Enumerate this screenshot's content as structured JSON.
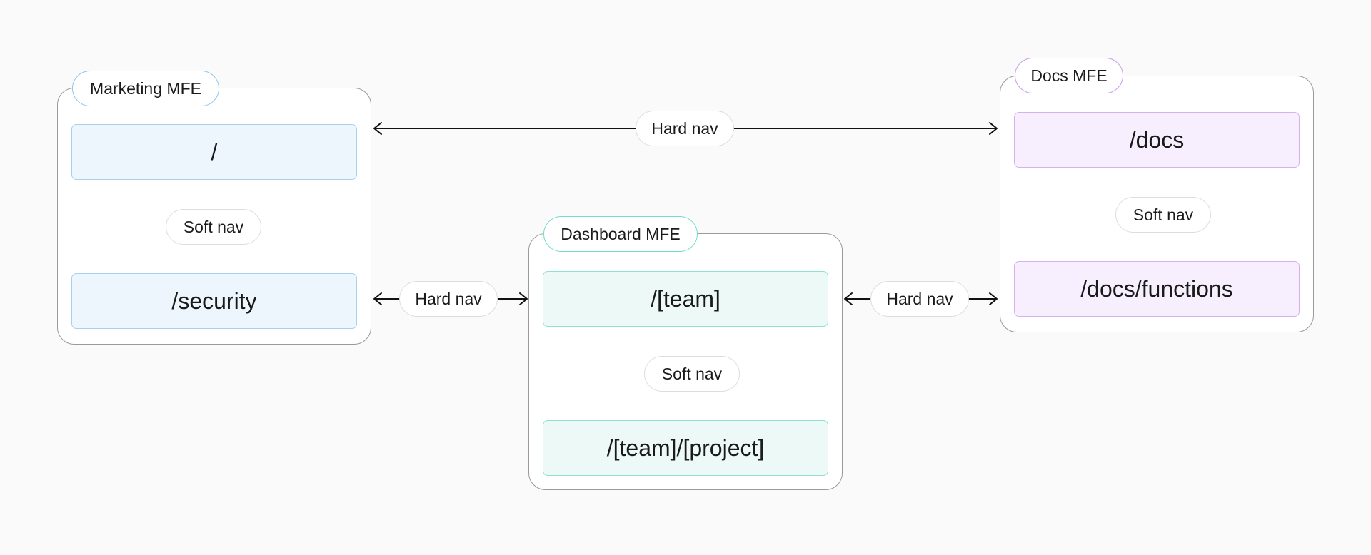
{
  "colors": {
    "background": "#fafafa",
    "marketing_accent": "#8cc4ea",
    "marketing_fill": "#eef6fd",
    "dashboard_accent": "#74dccb",
    "dashboard_fill": "#ecf9f6",
    "docs_accent": "#c89ae8",
    "docs_fill": "#f7effd",
    "arrow": "#111111"
  },
  "marketing": {
    "title": "Marketing MFE",
    "routes": [
      "/",
      "/security"
    ],
    "soft_nav": "Soft nav"
  },
  "dashboard": {
    "title": "Dashboard MFE",
    "routes": [
      "/[team]",
      "/[team]/[project]"
    ],
    "soft_nav": "Soft nav"
  },
  "docs": {
    "title": "Docs MFE",
    "routes": [
      "/docs",
      "/docs/functions"
    ],
    "soft_nav": "Soft nav"
  },
  "connections": {
    "marketing_docs": "Hard nav",
    "marketing_dashboard": "Hard nav",
    "dashboard_docs": "Hard nav"
  }
}
